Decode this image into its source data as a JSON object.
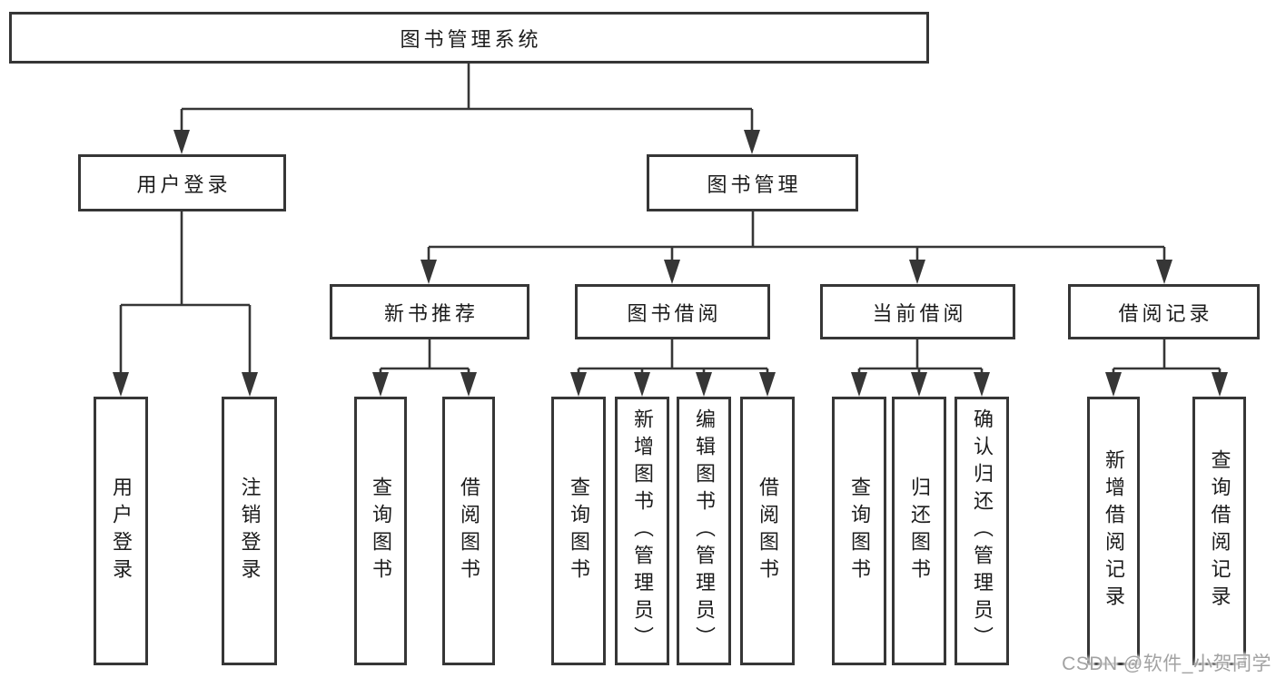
{
  "diagram": {
    "root": {
      "label": "图书管理系统"
    },
    "level2": [
      {
        "id": "user-login",
        "label": "用户登录"
      },
      {
        "id": "book-management",
        "label": "图书管理"
      }
    ],
    "level3": [
      {
        "id": "new-book-recommend",
        "parent": "图书管理",
        "label": "新书推荐"
      },
      {
        "id": "book-borrowing",
        "parent": "图书管理",
        "label": "图书借阅"
      },
      {
        "id": "current-borrowing",
        "parent": "图书管理",
        "label": "当前借阅"
      },
      {
        "id": "borrowing-records",
        "parent": "图书管理",
        "label": "借阅记录"
      }
    ],
    "leaves": [
      {
        "parent": "用户登录",
        "label": "用户登录"
      },
      {
        "parent": "用户登录",
        "label": "注销登录"
      },
      {
        "parent": "新书推荐",
        "label": "查询图书"
      },
      {
        "parent": "新书推荐",
        "label": "借阅图书"
      },
      {
        "parent": "图书借阅",
        "label": "查询图书"
      },
      {
        "parent": "图书借阅",
        "label": "新增图书（管理员）"
      },
      {
        "parent": "图书借阅",
        "label": "编辑图书（管理员）"
      },
      {
        "parent": "图书借阅",
        "label": "借阅图书"
      },
      {
        "parent": "当前借阅",
        "label": "查询图书"
      },
      {
        "parent": "当前借阅",
        "label": "归还图书"
      },
      {
        "parent": "当前借阅",
        "label": "确认归还（管理员）"
      },
      {
        "parent": "借阅记录",
        "label": "新增借阅记录"
      },
      {
        "parent": "借阅记录",
        "label": "查询借阅记录"
      }
    ],
    "line_color": "#363636",
    "box_background": "#ffffff"
  },
  "watermark": {
    "text": "CSDN @软件_小贺同学"
  }
}
